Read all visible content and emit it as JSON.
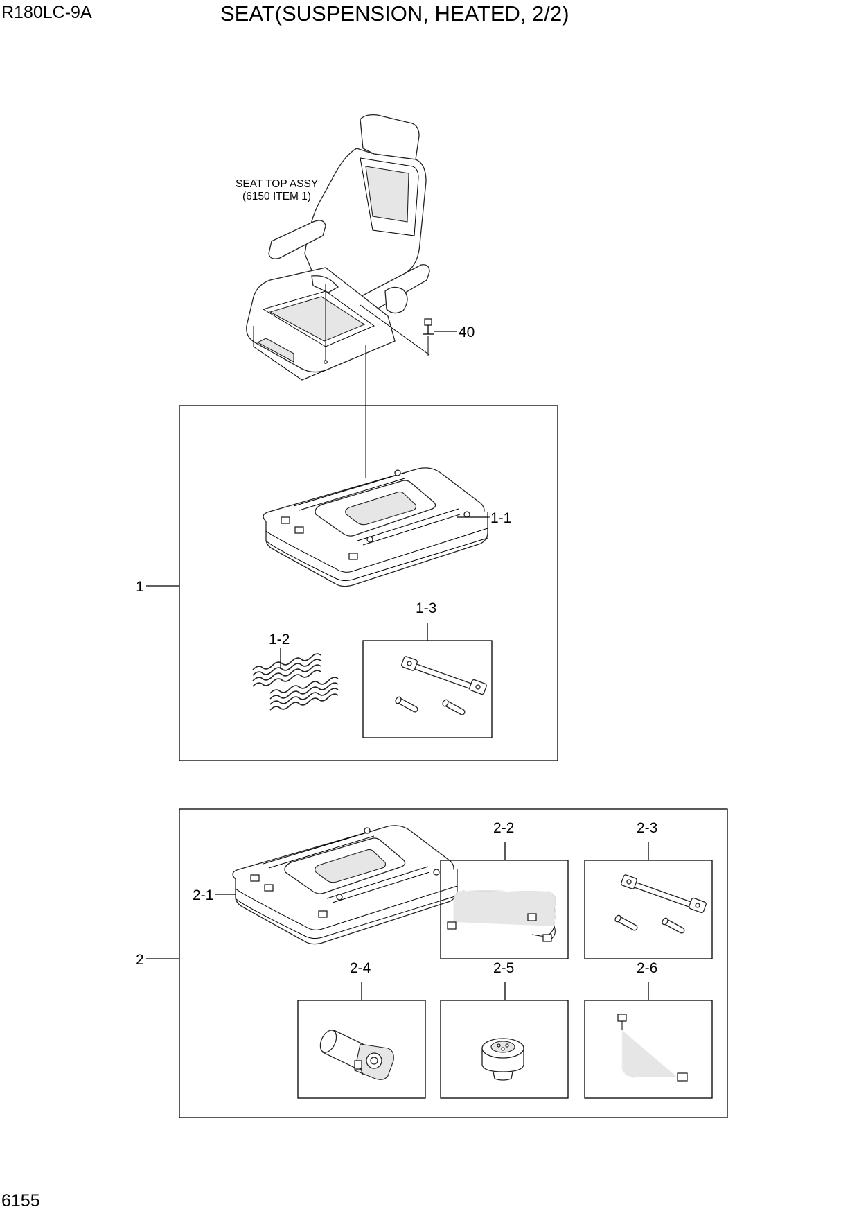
{
  "header": {
    "model": "R180LC-9A",
    "title": "SEAT(SUSPENSION, HEATED, 2/2)"
  },
  "page_number": "6155",
  "seat_note": {
    "line1": "SEAT TOP ASSY",
    "line2": "(6150 ITEM 1)"
  },
  "labels": {
    "item_40": "40",
    "item_1": "1",
    "item_1_1": "1-1",
    "item_1_2": "1-2",
    "item_1_3": "1-3",
    "item_2": "2",
    "item_2_1": "2-1",
    "item_2_2": "2-2",
    "item_2_3": "2-3",
    "item_2_4": "2-4",
    "item_2_5": "2-5",
    "item_2_6": "2-6"
  }
}
